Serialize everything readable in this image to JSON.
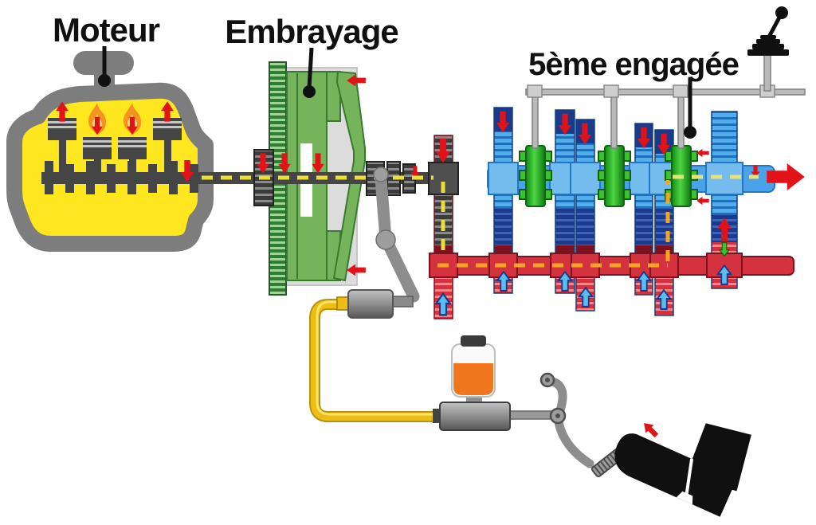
{
  "labels": {
    "engine": "Moteur",
    "clutch": "Embrayage",
    "gear_state": "5ème engagée"
  },
  "colors": {
    "ink": "#101010",
    "engine_yellow": "#ffe71f",
    "casing_gray": "#7d7d7d",
    "dark_metal": "#454545",
    "mid_metal": "#8f8f8f",
    "light_metal": "#c6c6c6",
    "housing_gray": "#dcdcdc",
    "clutch_green": "#76b45c",
    "clutch_green_dark": "#397a30",
    "flywheel_dark": "#2e7d32",
    "flywheel_light": "#9fd492",
    "blue_light": "#54aeec",
    "blue_stripe": "#1d6fc6",
    "navy": "#1b3a8c",
    "navy_stripe": "#3e63c0",
    "red_gear": "#d4323e",
    "red_stripe": "#ee8c8c",
    "maroon": "#7d1120",
    "shaft_blue": "#4aa2e8",
    "shaft_blue_dark": "#2176c8",
    "syn_green": "#39bf31",
    "arrow_red": "#e21318",
    "arrow_cyan": "#5abdee",
    "arrow_green": "#3bc32f",
    "rail_gray": "#b9b9b9",
    "pipe_yellow": "#edbd13",
    "pipe_highlight": "#ffe468",
    "fluid_orange": "#f1761d",
    "dash_yellow": "#eadf3a",
    "dash_orange": "#f6a51f",
    "dash_pale": "#e7e278"
  },
  "icons": {
    "engine": "engine-icon",
    "flame": "combustion-flame-icon",
    "gear_lever": "gear-lever-icon",
    "foot": "foot-icon",
    "flow_arrow": "flow-arrow-icon"
  }
}
